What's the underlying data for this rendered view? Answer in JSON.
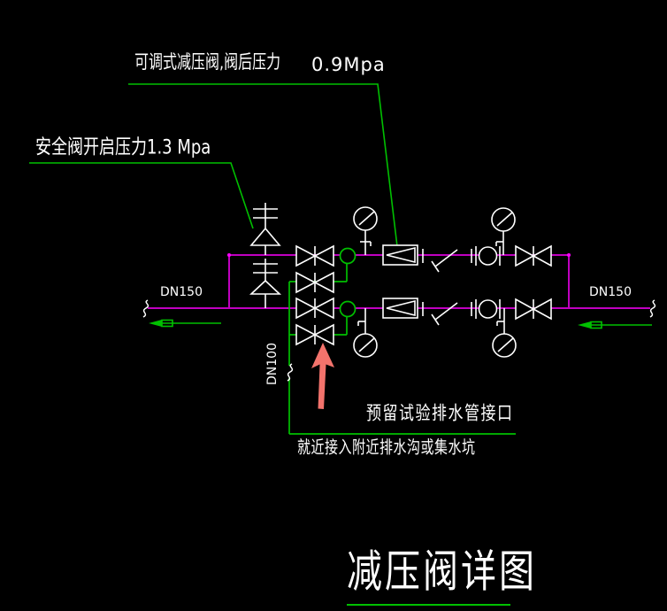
{
  "drawing": {
    "title": "减压阀详图",
    "annotations": {
      "prv_label": "可调式减压阀,阀后压力",
      "prv_pressure": "0.9Mpa",
      "safety_label": "安全阀开启压力1.3 Mpa",
      "test_note": "预留试验排水管接口",
      "drain_note": "就近接入附近排水沟或集水坑"
    },
    "pipe_labels": {
      "main_left": "DN150",
      "main_right": "DN150",
      "drain": "DN100"
    },
    "colors": {
      "background": "#000000",
      "pipe_magenta": "#c000c0",
      "annotation_green": "#00c000",
      "symbol_white": "#ffffff",
      "highlight_arrow_red": "#f3736c"
    },
    "symbols": [
      {
        "name": "gate-valve-icon",
        "count": 6
      },
      {
        "name": "safety-valve-icon",
        "count": 2
      },
      {
        "name": "pressure-reducing-valve-icon",
        "count": 2
      },
      {
        "name": "pressure-gauge-icon",
        "count": 4
      },
      {
        "name": "y-strainer-icon",
        "count": 2
      },
      {
        "name": "flexible-joint-icon",
        "count": 2
      },
      {
        "name": "test-cock-icon",
        "count": 2
      },
      {
        "name": "pipe-break-icon",
        "count": 3
      },
      {
        "name": "flow-direction-arrow-icon",
        "count": 2
      },
      {
        "name": "highlight-arrow-icon",
        "count": 1
      }
    ]
  }
}
